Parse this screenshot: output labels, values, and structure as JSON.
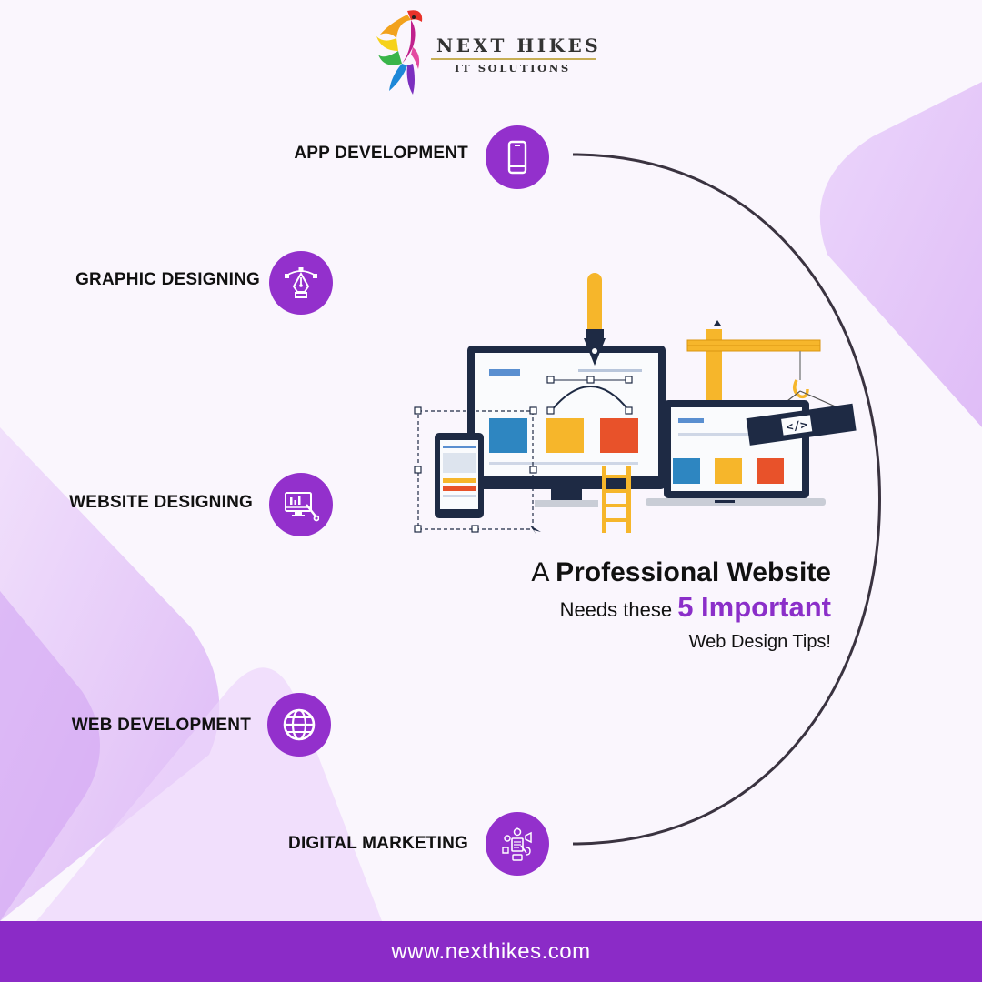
{
  "brand": {
    "name": "NEXT HIKES",
    "tagline": "IT SOLUTIONS"
  },
  "services": [
    {
      "label": "APP  DEVELOPMENT",
      "icon": "smartphone-icon"
    },
    {
      "label": "GRAPHIC DESIGNING",
      "icon": "pen-tool-icon"
    },
    {
      "label": "WEBSITE DESIGNING",
      "icon": "web-design-icon"
    },
    {
      "label": "WEB DEVELOPMENT",
      "icon": "globe-icon"
    },
    {
      "label": "DIGITAL MARKETING",
      "icon": "digital-marketing-icon"
    }
  ],
  "headline": {
    "line1_prefix": "A ",
    "line1_bold": "Professional Website",
    "line2_prefix": "Needs these ",
    "line2_accent": "5 Important",
    "line3": "Web Design Tips!"
  },
  "illustration": {
    "code_sign_text": "</>"
  },
  "footer": {
    "url": "www.nexthikes.com"
  },
  "colors": {
    "accent_purple": "#9330cc",
    "footer_purple": "#8b2bc7",
    "headline_accent": "#8b2fc9",
    "background": "#faf6fd",
    "crane_yellow": "#f6b62b",
    "screen_navy": "#1e2a44"
  }
}
